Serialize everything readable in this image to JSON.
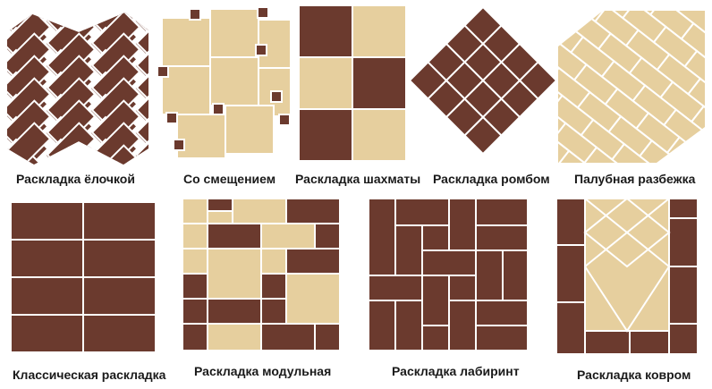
{
  "colors": {
    "dark": "#6b3a2e",
    "light": "#e6cf9e",
    "grout": "#ffffff"
  },
  "captions": {
    "herringbone": "Раскладка ёлочкой",
    "offset": "Со смещением",
    "checker": "Раскладка шахматы",
    "diamond": "Раскладка ромбом",
    "deck": "Палубная разбежка",
    "classic": "Классическая раскладка",
    "modular": "Раскладка модульная",
    "maze": "Раскладка лабиринт",
    "carpet": "Раскладка ковром"
  }
}
